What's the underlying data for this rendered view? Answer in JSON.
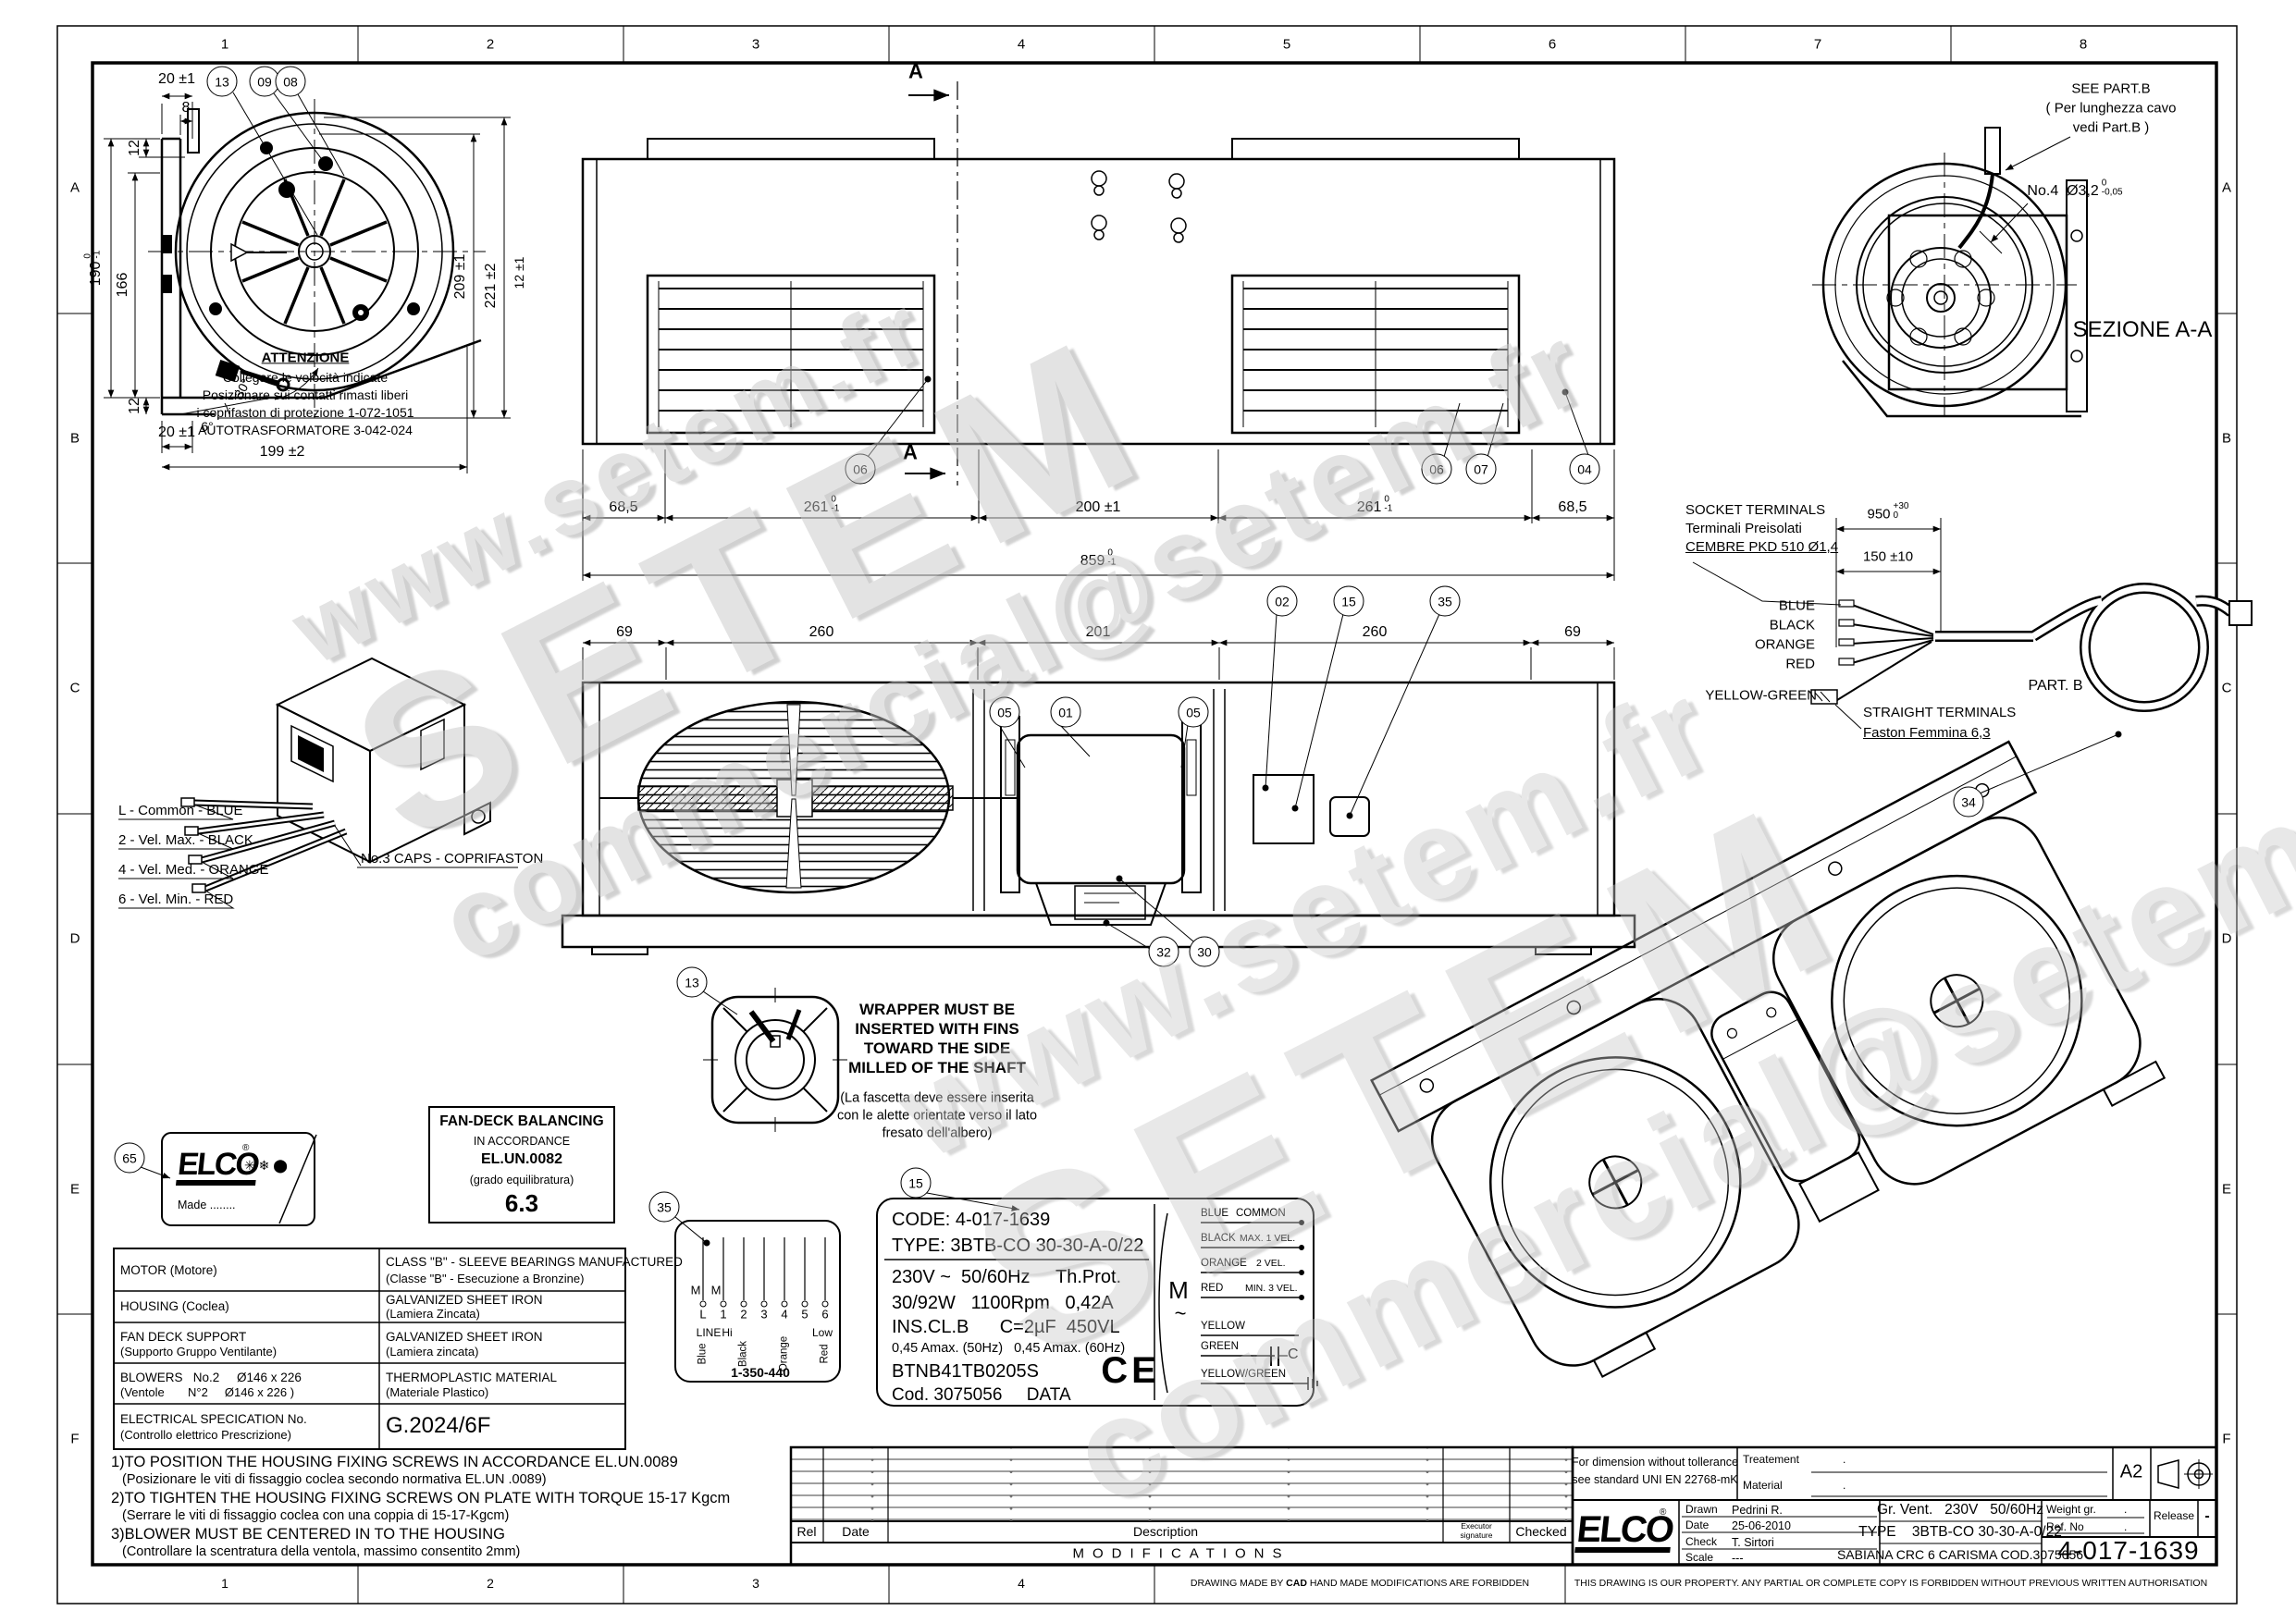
{
  "frame": {
    "zones_top": [
      "1",
      "2",
      "3",
      "4",
      "5",
      "6",
      "7",
      "8"
    ],
    "zones_bottom": [
      "1",
      "2",
      "3",
      "4"
    ],
    "rows": [
      "A",
      "B",
      "C",
      "D",
      "E",
      "F"
    ],
    "cad_pre": "DRAWING MADE BY ",
    "cad_bold": "CAD",
    "cad_post": " HAND MADE MODIFICATIONS ARE FORBIDDEN",
    "property": "THIS DRAWING IS OUR PROPERTY. ANY PARTIAL OR COMPLETE COPY IS FORBIDDEN WITHOUT PREVIOUS WRITTEN AUTHORISATION"
  },
  "watermark": {
    "url": "www.setem.fr",
    "name": "SETEM",
    "email": "commercial@setem.fr"
  },
  "balloons": {
    "fan13": "13",
    "fan09": "09",
    "fan08": "08",
    "top06l": "06",
    "top06r": "06",
    "top07": "07",
    "top04": "04",
    "sec02": "02",
    "sec15": "15",
    "sec35": "35",
    "sec05a": "05",
    "sec01": "01",
    "sec05b": "05",
    "sec32": "32",
    "sec30": "30",
    "hub13": "13",
    "code15": "15",
    "label35": "35",
    "elco65": "65",
    "partb34": "34"
  },
  "section_marks": {
    "a": "A"
  },
  "dims": {
    "f20t": "20 ±1",
    "f8": "8",
    "f12a": "12",
    "f190": {
      "v": "190",
      "t": "0",
      "b": "-1"
    },
    "f166": "166",
    "f12b": "12",
    "f20b": "20 ±1",
    "f6": "6°",
    "f30": "30°",
    "f199": "199 ±2",
    "f209": "209 ±1",
    "f221": "221 ±2",
    "f12c": "12 ±1",
    "t685a": "68,5",
    "t261a": {
      "v": "261",
      "t": "0",
      "b": "-1"
    },
    "t200": "200 ±1",
    "t261b": {
      "v": "261",
      "t": "0",
      "b": "-1"
    },
    "t685b": "68,5",
    "t859": {
      "v": "859",
      "t": "0",
      "b": "-1"
    },
    "s69a": "69",
    "s260a": "260",
    "s201": "201",
    "s260b": "260",
    "s69b": "69",
    "p950": {
      "v": "950",
      "t": "+30",
      "b": "0"
    },
    "p150": "150 ±10"
  },
  "attenzione": {
    "title": "ATTENZIONE",
    "l1": "Collegare le velocità indicate",
    "l2": "Posizionare sui contatti rimasti liberi",
    "l3": "i coprifaston di protezione 1-072-1051",
    "l4": "AUTOTRASFORMATORE 3-042-024"
  },
  "transformer": {
    "w1": "L - Common - BLUE",
    "w2": "2 - Vel. Max. - BLACK",
    "w3": "4 - Vel. Med. - ORANGE",
    "w4": "6 - Vel. Min. - RED",
    "caps": "No.3 CAPS - COPRIFASTON"
  },
  "wrapper": {
    "en1": "WRAPPER MUST BE",
    "en2": "INSERTED WITH FINS",
    "en3": "TOWARD THE SIDE",
    "en4": "MILLED OF THE SHAFT",
    "it1": "(La fascetta deve essere inserita",
    "it2": "con le alette orientate verso il lato",
    "it3": "fresato dell'albero)"
  },
  "sezione": {
    "see1": "SEE PART.B",
    "see2": "( Per lunghezza cavo",
    "see3": "vedi Part.B )",
    "holes_pre": "No.4  ",
    "holes_dia": "Ø3,2",
    "holes_t": "0",
    "holes_b": "-0,05",
    "title": "SEZIONE A-A"
  },
  "partb": {
    "sock1": "SOCKET TERMINALS",
    "sock2": "Terminali Preisolati",
    "sock3": "CEMBRE PKD 510 Ø1,4",
    "w0": "BLUE",
    "w1": "BLACK",
    "w2": "ORANGE",
    "w3": "RED",
    "w4": "YELLOW-GREEN",
    "straight1": "STRAIGHT TERMINALS",
    "straight2": "Faston Femmina 6,3",
    "title": "PART. B"
  },
  "elco_label": {
    "brand": "ELCO",
    "reg": "®",
    "icons": "✳ ❄ ⬤",
    "made": "Made ........"
  },
  "balance": {
    "l1": "FAN-DECK BALANCING",
    "l2": "IN ACCORDANCE",
    "l3": "EL.UN.0082",
    "l4": "(grado equilibratura)",
    "value": "6.3"
  },
  "spec_table": {
    "rows": [
      {
        "l1": "MOTOR (Motore)",
        "l2": "",
        "r1": "CLASS \"B\" - SLEEVE BEARINGS MANUFACTURED",
        "r2": "(Classe \"B\" - Esecuzione a Bronzine)"
      },
      {
        "l1": "HOUSING (Coclea)",
        "l2": "",
        "r1": "GALVANIZED SHEET IRON",
        "r2": "(Lamiera Zincata)"
      },
      {
        "l1": "FAN DECK SUPPORT",
        "l2": "(Supporto Gruppo Ventilante)",
        "r1": "GALVANIZED SHEET IRON",
        "r2": "(Lamiera zincata)"
      },
      {
        "l1": "BLOWERS   No.2     Ø146 x 226",
        "l2": "(Ventole       N°2     Ø146 x 226 )",
        "r1": "THERMOPLASTIC MATERIAL",
        "r2": "(Materiale Plastico)"
      },
      {
        "l1": "ELECTRICAL SPECICATION No.",
        "l2": "(Controllo elettrico Prescrizione)",
        "r1": "G.2024/6F",
        "r2": ""
      }
    ]
  },
  "notes": [
    "1)TO POSITION THE HOUSING FIXING SCREWS IN ACCORDANCE EL.UN.0089",
    "(Posizionare le viti di fissaggio coclea secondo normativa EL.UN .0089)",
    "2)TO TIGHTEN THE HOUSING FIXING SCREWS ON PLATE WITH TORQUE 15-17 Kgcm",
    "(Serrare le viti di fissaggio coclea con una coppia di 15-17-Kgcm)",
    "3)BLOWER MUST BE CENTERED IN TO THE HOUSING",
    "(Controllare la scentratura della ventola, massimo consentito 2mm)"
  ],
  "term_label": {
    "m1": "M",
    "m2": "M",
    "t0": "L",
    "t1": "1",
    "t2": "2",
    "t3": "3",
    "t4": "4",
    "t5": "5",
    "t6": "6",
    "line": "LINE",
    "hi": "Hi",
    "low": "Low",
    "blue": "Blue",
    "black": "Black",
    "orange": "Orange",
    "red": "Red",
    "code": "1-350-440"
  },
  "plate": {
    "code": "CODE: 4-017-1639",
    "type": "TYPE: 3BTB-CO 30-30-A-0/22",
    "r1": "230V ~  50/60Hz     Th.Prot.",
    "r2": "30/92W   1100Rpm   0,42A",
    "r3": "INS.CL.B      C=2µF  450VL",
    "r4": "0,45 Amax. (50Hz)   0,45 Amax. (60Hz)",
    "r5": "BTNB41TB0205S",
    "r6": "Cod. 3075056     DATA",
    "ce": "CE",
    "m": "M",
    "ac": "~",
    "w1l": "BLUE",
    "w1r": "COMMON",
    "w2l": "BLACK",
    "w2r": "MAX. 1 VEL.",
    "w3l": "ORANGE",
    "w3r": "2 VEL.",
    "w4l": "RED",
    "w4r": "MIN. 3 VEL.",
    "w5l": "YELLOW",
    "w6l": "GREEN",
    "w6r": "C",
    "w7l": "YELLOW/GREEN"
  },
  "mods": {
    "rel": "Rel",
    "date": "Date",
    "desc": "Description",
    "exec1": "Executor",
    "exec2": "signature",
    "checked": "Checked",
    "title": "MODIFICATIONS"
  },
  "titleblock": {
    "tol1": "For dimension without tollerance",
    "tol2": "see standard UNI EN 22768-mK",
    "treat": "Treatement",
    "mat": "Material",
    "dot": ".",
    "size": "A2",
    "drawn_l": "Drawn",
    "drawn_v": "Pedrini R.",
    "date_l": "Date",
    "date_v": "25-06-2010",
    "check_l": "Check",
    "check_v": "T. Sirtori",
    "scale_l": "Scale",
    "scale_v": "---",
    "line1": "Gr. Vent.   230V   50/60Hz",
    "line2": "TYPE    3BTB-CO 30-30-A-0/22",
    "line3": "SABIANA CRC 6 CARISMA COD.3075056",
    "weight": "Weight gr.",
    "ref": "Ref. No",
    "release": "Release",
    "release_v": "-",
    "code": "4-017-1639",
    "brand": "ELCO",
    "reg": "®"
  }
}
